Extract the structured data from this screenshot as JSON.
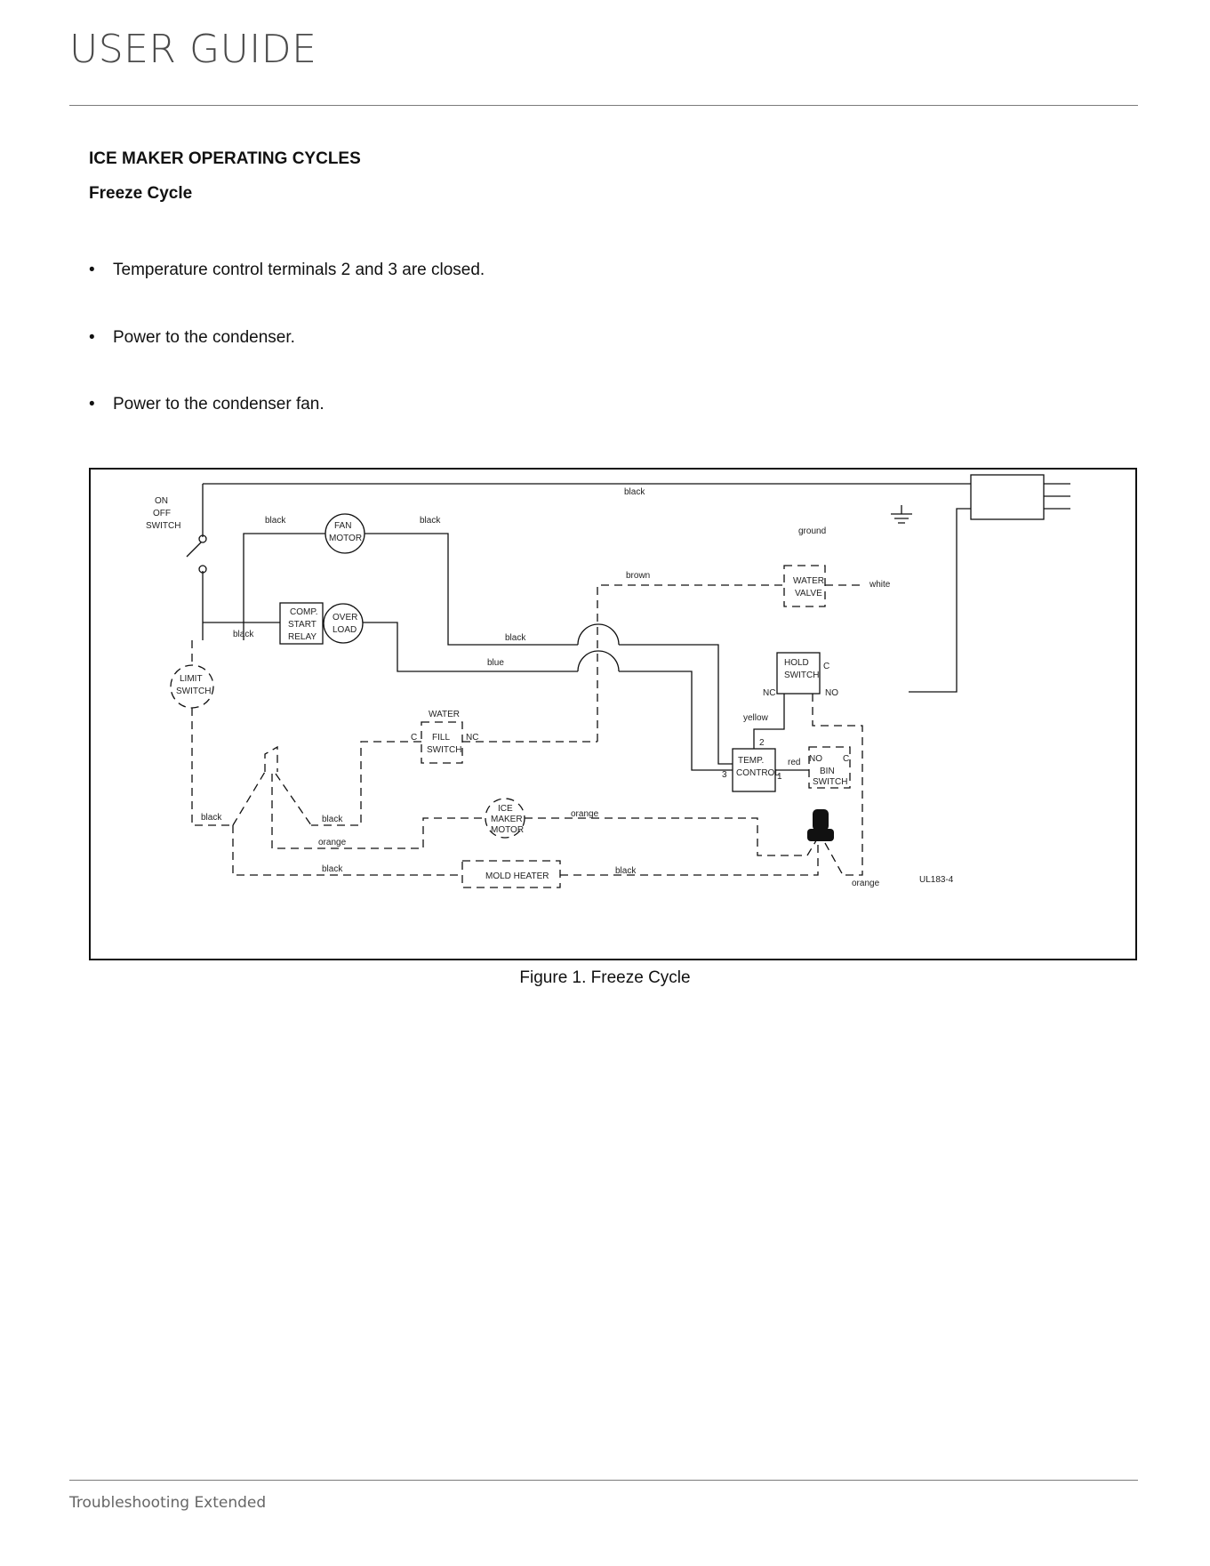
{
  "header": {
    "title": "USER GUIDE"
  },
  "section": {
    "title": "ICE MAKER OPERATING CYCLES",
    "subtitle": "Freeze Cycle",
    "bullet_symbol": "•",
    "bullets": [
      "Temperature control terminals 2 and 3 are closed.",
      "Power to the condenser.",
      "Power to the condenser fan."
    ]
  },
  "figure": {
    "caption": "Figure 1. Freeze Cycle",
    "code": "UL183-4",
    "components": {
      "on_off_switch": [
        "ON",
        "OFF",
        "SWITCH"
      ],
      "fan_motor": [
        "FAN",
        "MOTOR"
      ],
      "comp_start_relay": [
        "COMP.",
        "START",
        "RELAY"
      ],
      "overload": [
        "OVER",
        "LOAD"
      ],
      "limit_switch": [
        "LIMIT",
        "SWITCH"
      ],
      "water_fill_switch": [
        "WATER",
        "FILL",
        "SWITCH"
      ],
      "water_valve": [
        "WATER",
        "VALVE"
      ],
      "hold_switch": [
        "HOLD",
        "SWITCH"
      ],
      "temp_control": [
        "TEMP.",
        "CONTROL"
      ],
      "bin_switch": [
        "BIN",
        "SWITCH"
      ],
      "ice_maker_motor": [
        "ICE",
        "MAKER",
        "MOTOR"
      ],
      "mold_heater": "MOLD HEATER",
      "ground": "ground"
    },
    "terminals": {
      "c": "C",
      "nc": "NC",
      "no": "NO",
      "t1": "1",
      "t2": "2",
      "t3": "3"
    },
    "wires": {
      "black": "black",
      "brown": "brown",
      "white": "white",
      "blue": "blue",
      "yellow": "yellow",
      "red": "red",
      "orange": "orange"
    }
  },
  "footer": {
    "text": "Troubleshooting Extended"
  }
}
